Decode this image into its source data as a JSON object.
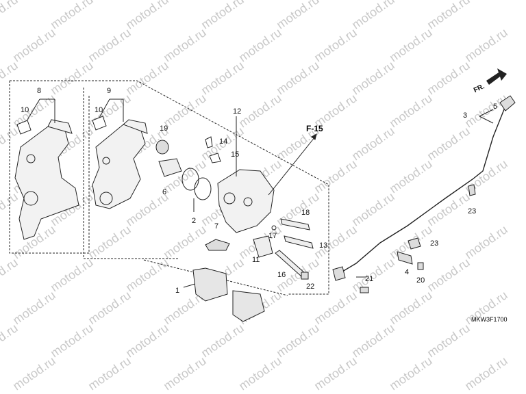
{
  "watermark": "motod.ru",
  "direction_label": "FR.",
  "reference": "F-15",
  "diagram_code": "MKW3F1700",
  "callouts": {
    "c1": "1",
    "c2": "2",
    "c3": "3",
    "c4": "4",
    "c5": "5",
    "c6": "6",
    "c7": "7",
    "c8": "8",
    "c9": "9",
    "c10a": "10",
    "c10b": "10",
    "c11": "11",
    "c12": "12",
    "c13": "13",
    "c14": "14",
    "c15": "15",
    "c16": "16",
    "c17": "17",
    "c18": "18",
    "c19": "19",
    "c20": "20",
    "c21": "21",
    "c22": "22",
    "c23a": "23",
    "c23b": "23"
  },
  "colors": {
    "line": "#222222",
    "watermark": "#c9c9c9",
    "part_fill": "#f2f2f2"
  }
}
